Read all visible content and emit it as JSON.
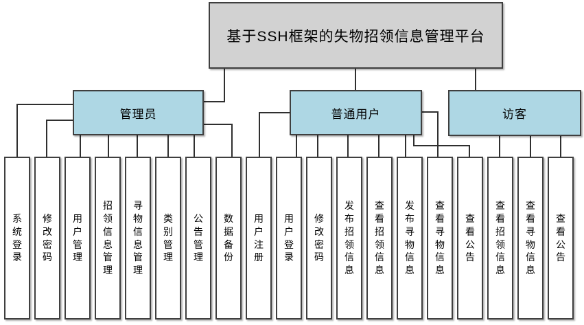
{
  "diagram": {
    "title": "基于SSH框架的失物招领信息管理平台",
    "colors": {
      "root_fill": "#d2d2d2",
      "branch_fill": "#aed7e4",
      "leaf_fill": "#ffffff",
      "border": "#3f3f3f",
      "line": "#2f2f2f",
      "text": "#000000"
    },
    "branches": [
      {
        "label": "管理员",
        "children": [
          "系统登录",
          "修改密码",
          "用户管理",
          "招领信息管理",
          "寻物信息管理",
          "类别管理",
          "公告管理",
          "数据备份"
        ]
      },
      {
        "label": "普通用户",
        "children": [
          "用户注册",
          "用户登录",
          "修改密码",
          "发布招领信息",
          "查看招领信息",
          "发布寻物信息",
          "查看寻物信息",
          "查看公告"
        ]
      },
      {
        "label": "访客",
        "children": [
          "查看招领信息",
          "查看寻物信息",
          "查看公告"
        ]
      }
    ]
  }
}
